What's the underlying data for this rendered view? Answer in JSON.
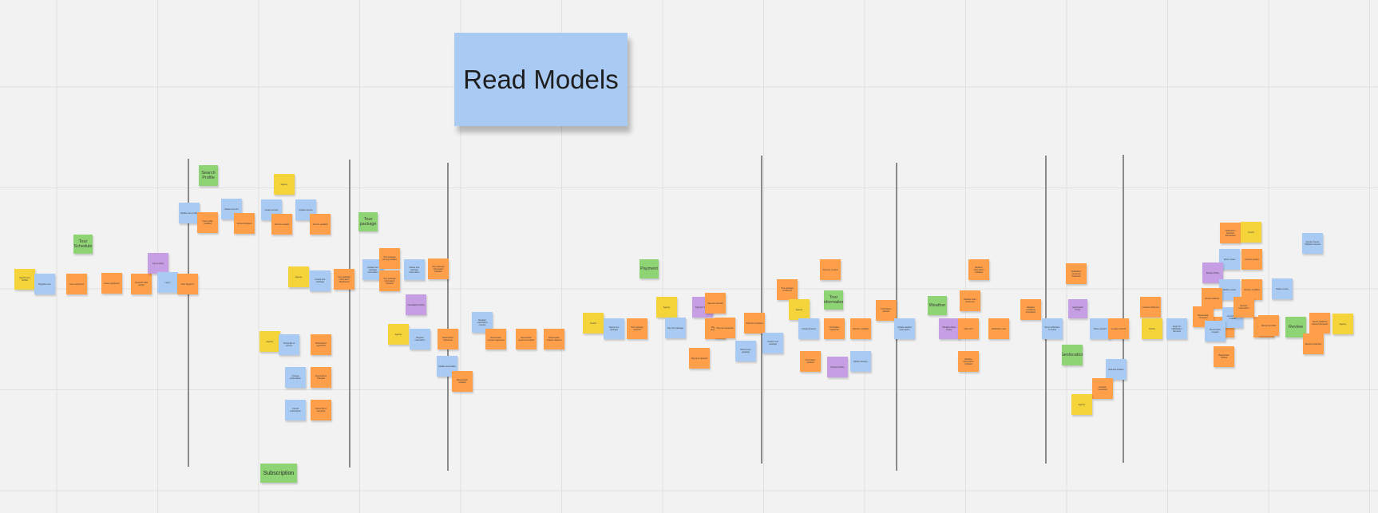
{
  "board": {
    "title": "Read Models",
    "subscription_label": "Subscription",
    "colors": {
      "orange": "#ff9f4a",
      "blue": "#a9cbf3",
      "yellow": "#f5d43a",
      "purple": "#c59ee3",
      "green": "#8fd474",
      "background": "#f2f2f2"
    },
    "notes": [
      {
        "text": "Search tour trip/fair",
        "color": "yellow"
      },
      {
        "text": "Register user",
        "color": "blue"
      },
      {
        "text": "User registered",
        "color": "orange"
      },
      {
        "text": "Guest registered",
        "color": "orange"
      },
      {
        "text": "Personal data stored",
        "color": "orange"
      },
      {
        "text": "Tour Schedule",
        "color": "green"
      },
      {
        "text": "Log in policy",
        "color": "purple"
      },
      {
        "text": "Log in",
        "color": "blue"
      },
      {
        "text": "User logged in",
        "color": "orange"
      },
      {
        "text": "Search Profile",
        "color": "green"
      },
      {
        "text": "Modify user profile",
        "color": "blue"
      },
      {
        "text": "User profile modified",
        "color": "orange"
      },
      {
        "text": "Delete account",
        "color": "blue"
      },
      {
        "text": "Account deleted",
        "color": "orange"
      },
      {
        "text": "Agency",
        "color": "yellow"
      },
      {
        "text": "Create service",
        "color": "blue"
      },
      {
        "text": "Service created",
        "color": "orange"
      },
      {
        "text": "Update service",
        "color": "blue"
      },
      {
        "text": "Service updated",
        "color": "orange"
      },
      {
        "text": "Agency",
        "color": "yellow"
      },
      {
        "text": "Create tour package",
        "color": "blue"
      },
      {
        "text": "Tour package information Registered",
        "color": "orange"
      },
      {
        "text": "Tour package",
        "color": "green"
      },
      {
        "text": "Update tour package information",
        "color": "blue"
      },
      {
        "text": "Tour package pricing updated",
        "color": "orange"
      },
      {
        "text": "Tour package information Updated",
        "color": "orange"
      },
      {
        "text": "Delete tour package information",
        "color": "blue"
      },
      {
        "text": "Tour package information Deleted",
        "color": "orange"
      },
      {
        "text": "Agency",
        "color": "yellow"
      },
      {
        "text": "Subscribe to service",
        "color": "blue"
      },
      {
        "text": "Subscription registered",
        "color": "orange"
      },
      {
        "text": "Change subscription",
        "color": "blue"
      },
      {
        "text": "Subscription changed",
        "color": "orange"
      },
      {
        "text": "Cancel subscription",
        "color": "blue"
      },
      {
        "text": "Subscription canceled",
        "color": "orange"
      },
      {
        "text": "Cancellation Policy",
        "color": "purple"
      },
      {
        "text": "Agency",
        "color": "yellow"
      },
      {
        "text": "Register reservation",
        "color": "blue"
      },
      {
        "text": "Reservation registered",
        "color": "orange"
      },
      {
        "text": "Update reservation",
        "color": "blue"
      },
      {
        "text": "Reservation updated",
        "color": "orange"
      },
      {
        "text": "Register reservation request",
        "color": "blue"
      },
      {
        "text": "Reservation request registered",
        "color": "orange"
      },
      {
        "text": "Reservation request accepted",
        "color": "orange"
      },
      {
        "text": "Reservation request rejected",
        "color": "orange"
      },
      {
        "text": "Tourist",
        "color": "yellow"
      },
      {
        "text": "Select tour package",
        "color": "blue"
      },
      {
        "text": "Tour package selected",
        "color": "orange"
      },
      {
        "text": "Payment",
        "color": "green"
      },
      {
        "text": "Agency",
        "color": "yellow"
      },
      {
        "text": "Pay tour package",
        "color": "blue"
      },
      {
        "text": "Payment Policy",
        "color": "purple"
      },
      {
        "text": "Payment processed",
        "color": "orange"
      },
      {
        "text": "Payment refused",
        "color": "orange"
      },
      {
        "text": "Payment rejected",
        "color": "orange"
      },
      {
        "text": "Payment accepted",
        "color": "orange"
      },
      {
        "text": "Refund tour package",
        "color": "blue"
      },
      {
        "text": "Refund completed",
        "color": "orange"
      },
      {
        "text": "Confirm tour package",
        "color": "blue"
      },
      {
        "text": "Tour package confirmed",
        "color": "orange"
      },
      {
        "text": "Agency",
        "color": "yellow"
      },
      {
        "text": "Create itinerary",
        "color": "blue"
      },
      {
        "text": "Itinerary created",
        "color": "orange"
      },
      {
        "text": "Tour Information",
        "color": "green"
      },
      {
        "text": "Information registered",
        "color": "orange"
      },
      {
        "text": "Information updated",
        "color": "orange"
      },
      {
        "text": "Itinerary Policy",
        "color": "purple"
      },
      {
        "text": "Modify itinerary",
        "color": "blue"
      },
      {
        "text": "Itinerary modified",
        "color": "orange"
      },
      {
        "text": "Information deleted",
        "color": "orange"
      },
      {
        "text": "Update weather information",
        "color": "blue"
      },
      {
        "text": "Weather information Updated",
        "color": "orange"
      },
      {
        "text": "Weather",
        "color": "green"
      },
      {
        "text": "Weather Alerts Policy",
        "color": "purple"
      },
      {
        "text": "Weather alert Delivered",
        "color": "orange"
      },
      {
        "text": "Alert sent",
        "color": "orange"
      },
      {
        "text": "Weather Information Updated",
        "color": "orange"
      },
      {
        "text": "Notification sent",
        "color": "orange"
      },
      {
        "text": "Weather conditions forecasted",
        "color": "orange"
      },
      {
        "text": "Send notification to tourist",
        "color": "blue"
      },
      {
        "text": "Notification sent/read Delivered",
        "color": "orange"
      },
      {
        "text": "Geolocation",
        "color": "green"
      },
      {
        "text": "Geolocation Policy",
        "color": "purple"
      },
      {
        "text": "Share location",
        "color": "blue"
      },
      {
        "text": "Location shared",
        "color": "orange"
      },
      {
        "text": "Request location",
        "color": "blue"
      },
      {
        "text": "Location requested",
        "color": "orange"
      },
      {
        "text": "Agency",
        "color": "yellow"
      },
      {
        "text": "Location Obtained",
        "color": "orange"
      },
      {
        "text": "Tourist",
        "color": "yellow"
      },
      {
        "text": "Apply for Notification Services",
        "color": "blue"
      },
      {
        "text": "Notification Services Requested",
        "color": "orange"
      },
      {
        "text": "Tourist",
        "color": "yellow"
      },
      {
        "text": "Write review",
        "color": "blue"
      },
      {
        "text": "Review posted",
        "color": "orange"
      },
      {
        "text": "Review Policy",
        "color": "purple"
      },
      {
        "text": "Modify review",
        "color": "blue"
      },
      {
        "text": "Review modified",
        "color": "orange"
      },
      {
        "text": "Delete review",
        "color": "blue"
      },
      {
        "text": "Review deleted",
        "color": "orange"
      },
      {
        "text": "Rate service",
        "color": "orange"
      },
      {
        "text": "Service rated",
        "color": "orange"
      },
      {
        "text": "Rating recorded",
        "color": "orange"
      },
      {
        "text": "Review",
        "color": "green"
      },
      {
        "text": "Review Tourist Statistics request",
        "color": "blue"
      },
      {
        "text": "Tourist Statistics request Received",
        "color": "orange"
      },
      {
        "text": "Agency",
        "color": "yellow"
      },
      {
        "text": "Review published",
        "color": "orange"
      },
      {
        "text": "Consultation request",
        "color": "blue"
      },
      {
        "text": "Reservation Accepted",
        "color": "orange"
      },
      {
        "text": "Reservation request",
        "color": "blue"
      },
      {
        "text": "Registration notified",
        "color": "orange"
      },
      {
        "text": "Itinerary Information",
        "color": "orange"
      }
    ]
  }
}
